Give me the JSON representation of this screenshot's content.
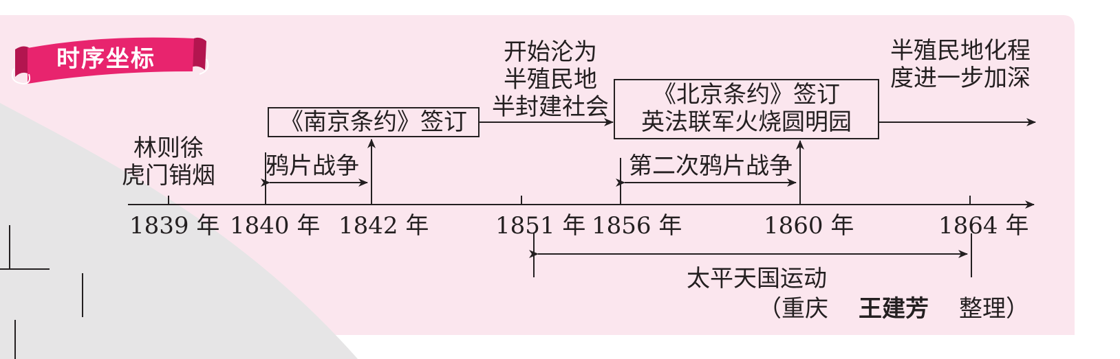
{
  "header_tag": {
    "label": "时序坐标"
  },
  "events_top": {
    "semi_colonial": [
      "开始沦为",
      "半殖民地",
      "半封建社会"
    ],
    "deepening": [
      "半殖民地化程",
      "度进一步加深"
    ]
  },
  "boxes": {
    "nanjing": "《南京条约》签订",
    "beijing": [
      "《北京条约》签订",
      "英法联军火烧圆明园"
    ]
  },
  "labels": {
    "linzexu": [
      "林则徐",
      "虎门销烟"
    ],
    "opium_war": "鸦片战争",
    "second_opium_war": "第二次鸦片战争",
    "taiping": "太平天国运动"
  },
  "years": [
    "1839 年",
    "1840 年",
    "1842 年",
    "1851 年",
    "1856 年",
    "1860 年",
    "1864 年"
  ],
  "credit": {
    "open": "（重庆",
    "name": "王建芳",
    "close": "整理）"
  },
  "colors": {
    "background": "#fbe6ee",
    "ribbon": "#e8246e",
    "ribbon_dark": "#b3154f",
    "grey": "#e6e5e6",
    "line": "#231f20"
  }
}
